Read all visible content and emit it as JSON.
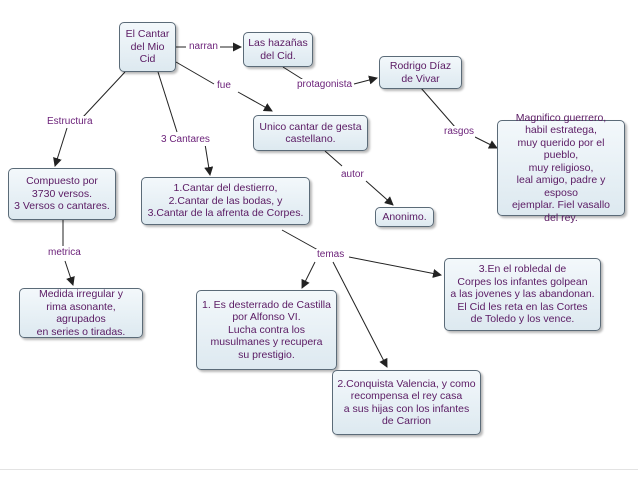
{
  "diagram": {
    "nodes": {
      "cantar": "El Cantar\ndel Mio\nCid",
      "hazanas": "Las hazañas\ndel Cid.",
      "rodrigo": "Rodrigo Díaz\nde Vivar",
      "unico": "Unico cantar de gesta\ncastellano.",
      "rasgos_desc": "Magnifico guerrero,\nhabil estratega,\nmuy querido por el pueblo,\nmuy religioso,\nleal amigo, padre y esposo\nejemplar. Fiel vasallo\ndel rey.",
      "compuesto": "Compuesto por\n3730 versos.\n3 Versos o cantares.",
      "cantares_list": "1.Cantar del destierro,\n2.Cantar de las bodas, y\n3.Cantar de la afrenta de Corpes.",
      "anonimo": "Anonimo.",
      "medida": "Medida irregular y\nrima asonante, agrupados\nen series o tiradas.",
      "tema1": "1. Es desterrado de Castilla\npor Alfonso VI.\nLucha contra los\nmusulmanes y recupera\nsu prestigio.",
      "tema3": "3.En el robledal de\nCorpes los infantes golpean\na las jovenes y las abandonan.\nEl Cid les reta en las Cortes\nde Toledo y los vence.",
      "tema2": "2.Conquista Valencia, y como\nrecompensa el rey casa\na sus hijas con los infantes\nde Carrion"
    },
    "labels": {
      "narran": "narran",
      "fue": "fue",
      "protagonista": "protagonista",
      "estructura": "Estructura",
      "cantares3": "3 Cantares",
      "rasgos": "rasgos",
      "autor": "autor",
      "metrica": "metrica",
      "temas": "temas"
    }
  },
  "colors": {
    "node_text": "#5a1a63",
    "label_text": "#6a1f78",
    "node_border": "#5b6b78",
    "link": "#222222"
  }
}
